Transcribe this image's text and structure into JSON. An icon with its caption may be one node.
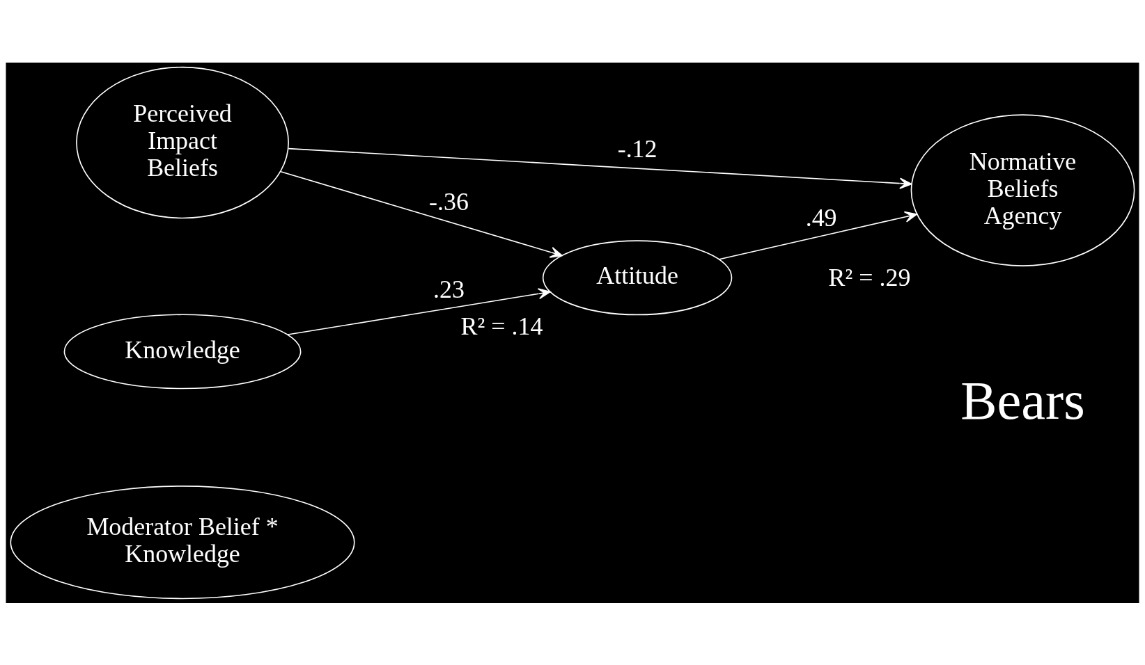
{
  "diagram": {
    "nodes": [
      {
        "text": [
          "Perceived Impact Beliefs"
        ]
      },
      {
        "text": [
          "Knowledge"
        ]
      },
      {
        "text": [
          "Attitude"
        ],
        "beside": [
          "R² = .14"
        ]
      },
      {
        "text": [
          "Normative Beliefs Agency"
        ],
        "beside": [
          "R² = .29"
        ]
      },
      {
        "text": [
          "Moderator Belief * Knowledge"
        ]
      }
    ],
    "edges": [
      {
        "from": 0,
        "to": 2,
        "arrow": "to",
        "label": "-.36"
      },
      {
        "from": 0,
        "to": 3,
        "arrow": "to",
        "label": "-.12"
      },
      {
        "from": 1,
        "to": 2,
        "arrow": "to",
        "label": ".23"
      },
      {
        "from": 2,
        "to": 3,
        "arrow": "to",
        "label": ".49"
      }
    ],
    "labels": [
      "Bears"
    ]
  }
}
